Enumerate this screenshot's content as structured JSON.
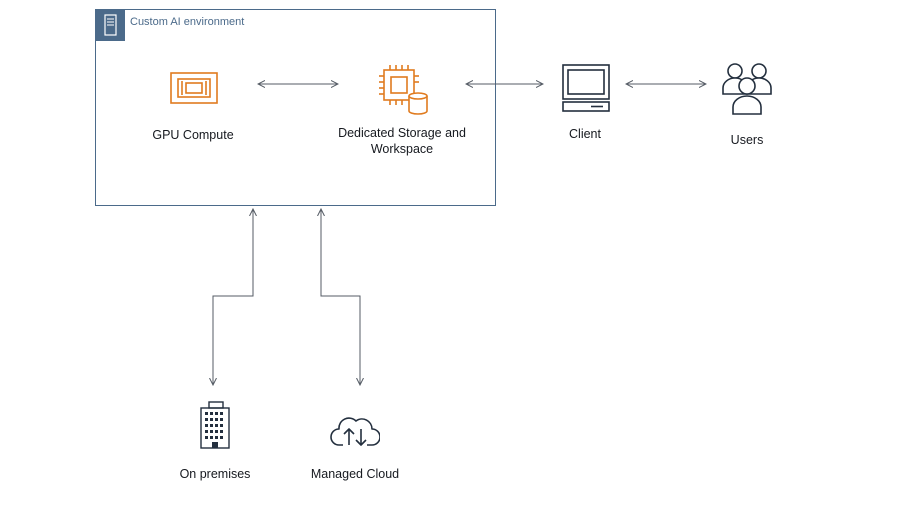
{
  "group": {
    "label": "Custom AI environment",
    "icon": "server-icon",
    "border_color": "#4b6a8a"
  },
  "nodes": {
    "gpu": {
      "label": "GPU Compute",
      "icon": "gpu-chip-icon",
      "color": "#e07b1f"
    },
    "storage": {
      "label_line1": "Dedicated Storage and",
      "label_line2": "Workspace",
      "icon": "chip-storage-icon",
      "color": "#e07b1f"
    },
    "client": {
      "label": "Client",
      "icon": "desktop-client-icon"
    },
    "users": {
      "label": "Users",
      "icon": "users-icon"
    },
    "onprem": {
      "label": "On premises",
      "icon": "office-building-icon"
    },
    "cloud": {
      "label": "Managed Cloud",
      "icon": "cloud-upload-download-icon"
    }
  },
  "connectors": [
    {
      "from": "GPU Compute",
      "to": "Dedicated Storage and Workspace",
      "direction": "both"
    },
    {
      "from": "Dedicated Storage and Workspace",
      "to": "Client",
      "direction": "both"
    },
    {
      "from": "Client",
      "to": "Users",
      "direction": "both"
    },
    {
      "from": "Custom AI environment",
      "to": "On premises",
      "direction": "both"
    },
    {
      "from": "Custom AI environment",
      "to": "Managed Cloud",
      "direction": "both"
    }
  ]
}
